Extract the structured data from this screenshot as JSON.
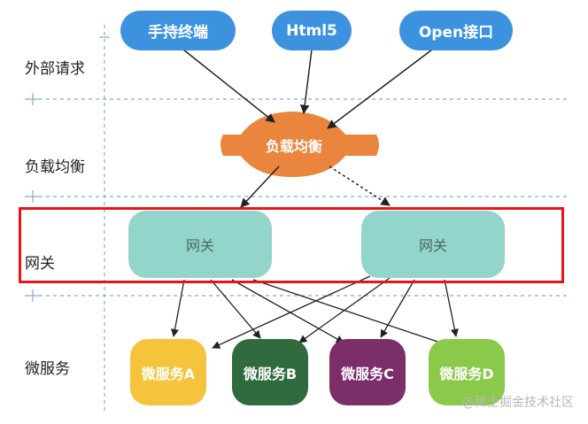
{
  "layers": [
    "外部请求",
    "负载均衡",
    "网关",
    "微服务"
  ],
  "clients": [
    {
      "label": "手持终端",
      "color": "#3d92e0"
    },
    {
      "label": "Html5",
      "color": "#3d92e0"
    },
    {
      "label": "Open接口",
      "color": "#3d92e0"
    }
  ],
  "load_balancer": {
    "label": "负载均衡",
    "color": "#e9853d"
  },
  "gateways": [
    {
      "label": "网关"
    },
    {
      "label": "网关"
    }
  ],
  "microservices": [
    {
      "label": "微服务A",
      "color": "#f5c33c"
    },
    {
      "label": "微服务B",
      "color": "#2f6b3e"
    },
    {
      "label": "微服务C",
      "color": "#7c2e68"
    },
    {
      "label": "微服务D",
      "color": "#8bc94a"
    }
  ],
  "highlight_color": "#e8141b",
  "watermark": "@稀土掘金技术社区"
}
